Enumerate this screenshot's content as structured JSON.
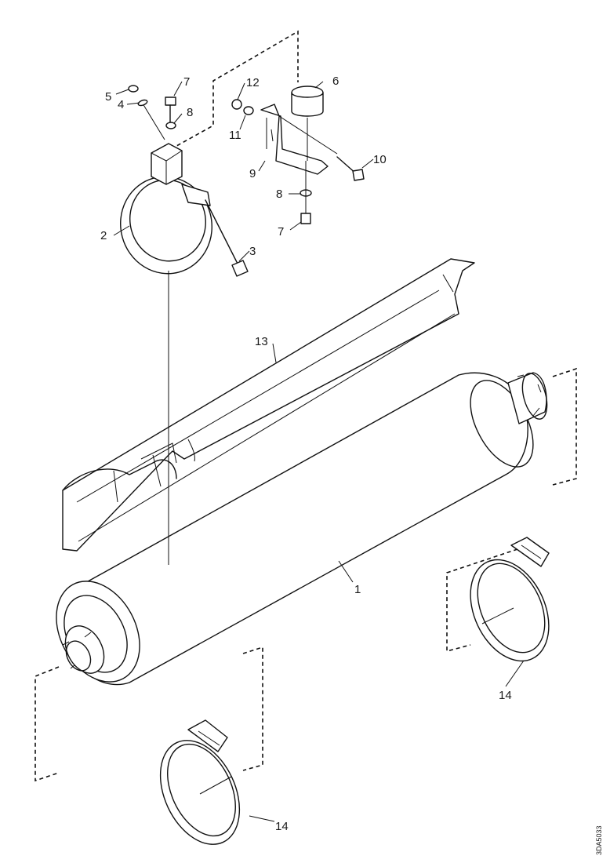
{
  "callouts": {
    "c1": "1",
    "c2": "2",
    "c3": "3",
    "c4": "4",
    "c5": "5",
    "c6": "6",
    "c7a": "7",
    "c7b": "7",
    "c8a": "8",
    "c8b": "8",
    "c9": "9",
    "c10": "10",
    "c11": "11",
    "c12": "12",
    "c13": "13",
    "c14a": "14",
    "c14b": "14"
  },
  "reference_code": "3DA5033"
}
